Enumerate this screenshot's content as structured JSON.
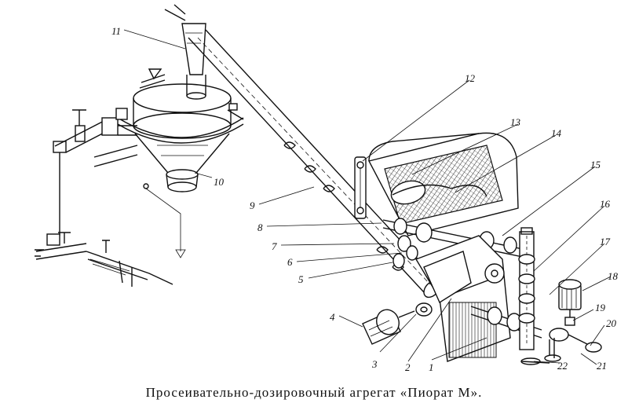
{
  "caption": "Просеивательно-дозировочный агрегат «Пиорат М».",
  "callouts": [
    "1",
    "2",
    "3",
    "4",
    "5",
    "6",
    "7",
    "8",
    "9",
    "10",
    "11",
    "12",
    "13",
    "14",
    "15",
    "16",
    "17",
    "18",
    "19",
    "20",
    "21",
    "22"
  ]
}
